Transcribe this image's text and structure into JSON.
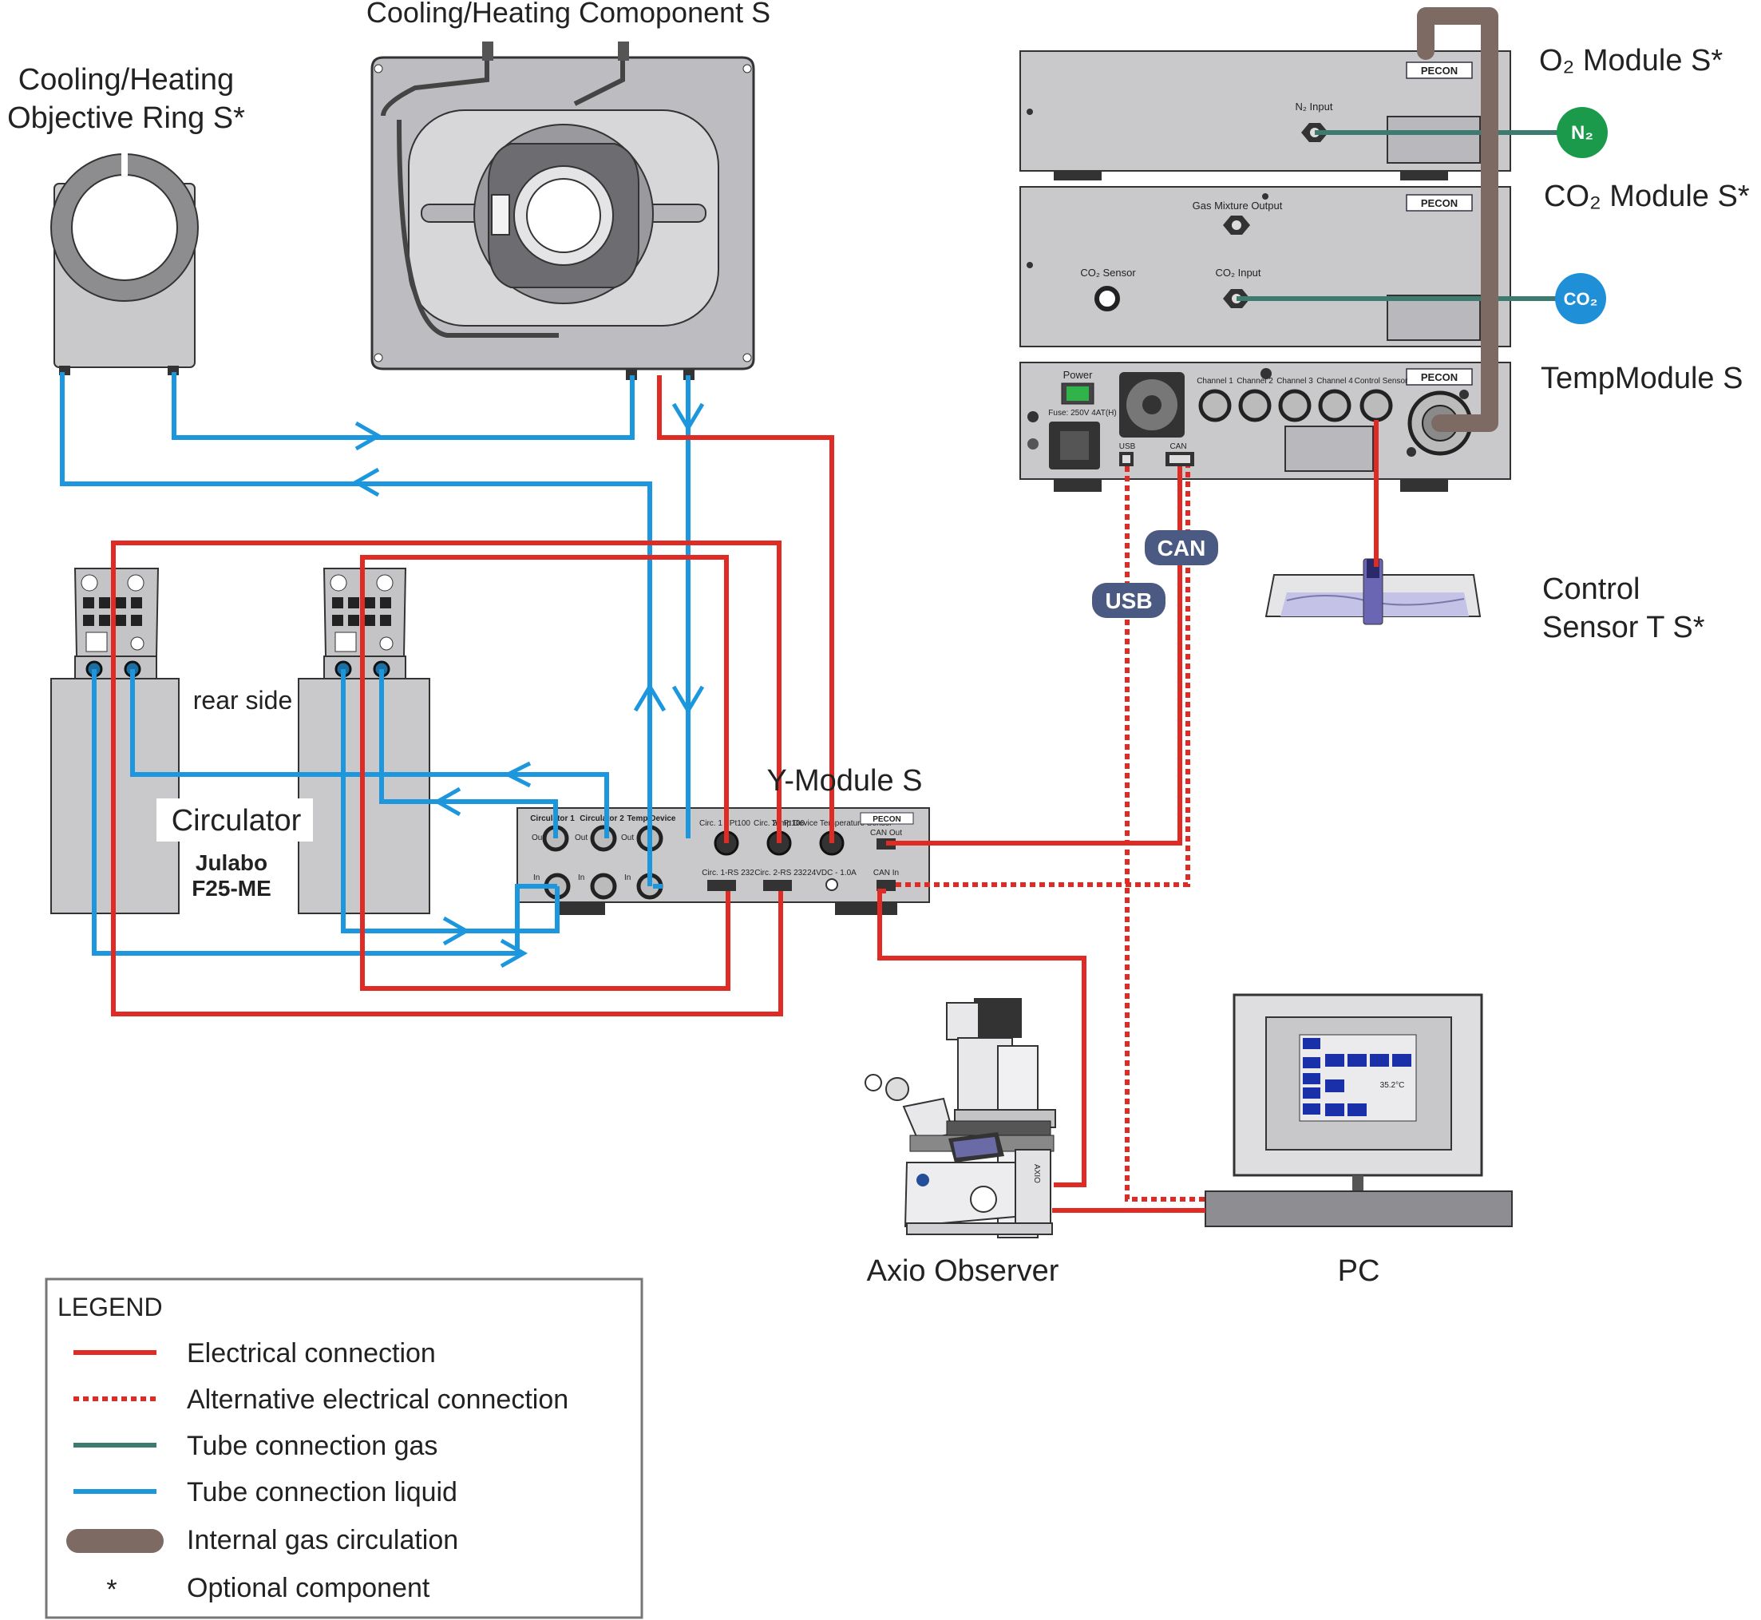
{
  "labels": {
    "cooling_heating_component": "Cooling/Heating Comoponent S",
    "objective_ring_line1": "Cooling/Heating",
    "objective_ring_line2": "Objective Ring S*",
    "o2_module": "O₂ Module S*",
    "co2_module": "CO₂ Module S*",
    "temp_module": "TempModule S",
    "control_sensor_line1": "Control",
    "control_sensor_line2": "Sensor T S*",
    "rear_side": "rear side",
    "circulator": "Circulator",
    "julabo_line1": "Julabo",
    "julabo_line2": "F25-ME",
    "y_module": "Y-Module S",
    "axio_observer": "Axio Observer",
    "pc": "PC",
    "can_badge": "CAN",
    "usb_badge": "USB",
    "n2_badge": "N₂",
    "co2_badge": "CO₂"
  },
  "device_labels": {
    "brand": "PECON",
    "n2_input": "N₂ Input",
    "gas_mixture_output": "Gas Mixture Output",
    "co2_sensor": "CO₂ Sensor",
    "co2_input": "CO₂ Input",
    "power": "Power",
    "fuse": "Fuse: 250V 4AT(H)",
    "usb": "USB",
    "can": "CAN",
    "channel1": "Channel 1",
    "channel2": "Channel 2",
    "channel3": "Channel 3",
    "channel4": "Channel 4",
    "control_sensor": "Control Sensor",
    "circulator1": "Circulator 1",
    "circulator2": "Circulator 2",
    "temp_device": "Temp Device",
    "out": "Out",
    "in": "In",
    "circ1_pt100": "Circ. 1 - Pt100",
    "circ2_pt100": "Circ. 2 - Pt100",
    "temp_device_sensor": "Temp Device Temperature Sensor",
    "can_out": "CAN Out",
    "circ1_rs232": "Circ. 1-RS 232",
    "circ2_rs232": "Circ. 2-RS 232",
    "power_24v": "24VDC - 1.0A",
    "can_in": "CAN In",
    "screen_temp": "35.2°C",
    "axio_logo": "AXIO"
  },
  "legend": {
    "title": "LEGEND",
    "items": [
      {
        "label": "Electrical connection",
        "style": "electrical"
      },
      {
        "label": "Alternative electrical connection",
        "style": "alt-electrical"
      },
      {
        "label": "Tube connection gas",
        "style": "gas"
      },
      {
        "label": "Tube connection liquid",
        "style": "liquid"
      },
      {
        "label": "Internal gas circulation",
        "style": "internal-gas"
      },
      {
        "label": "Optional component",
        "style": "asterisk",
        "symbol": "*"
      }
    ]
  },
  "colors": {
    "electrical": "#e02a24",
    "liquid": "#1c97dd",
    "gas": "#3d7a6f",
    "internal_gas": "#7c6a63",
    "badge": "#4a5a82",
    "n2": "#1a9a4a",
    "co2": "#1f8fd8"
  }
}
